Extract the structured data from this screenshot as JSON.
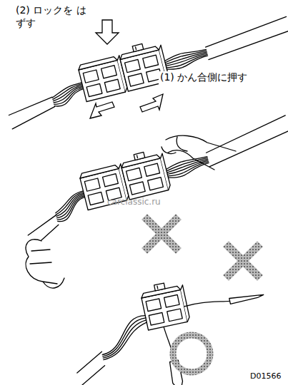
{
  "diagram": {
    "labels": [
      "(2) ロックを はずす",
      "(1) かん合側に押す",
      "carclassic.ru",
      "D01566"
    ]
  }
}
